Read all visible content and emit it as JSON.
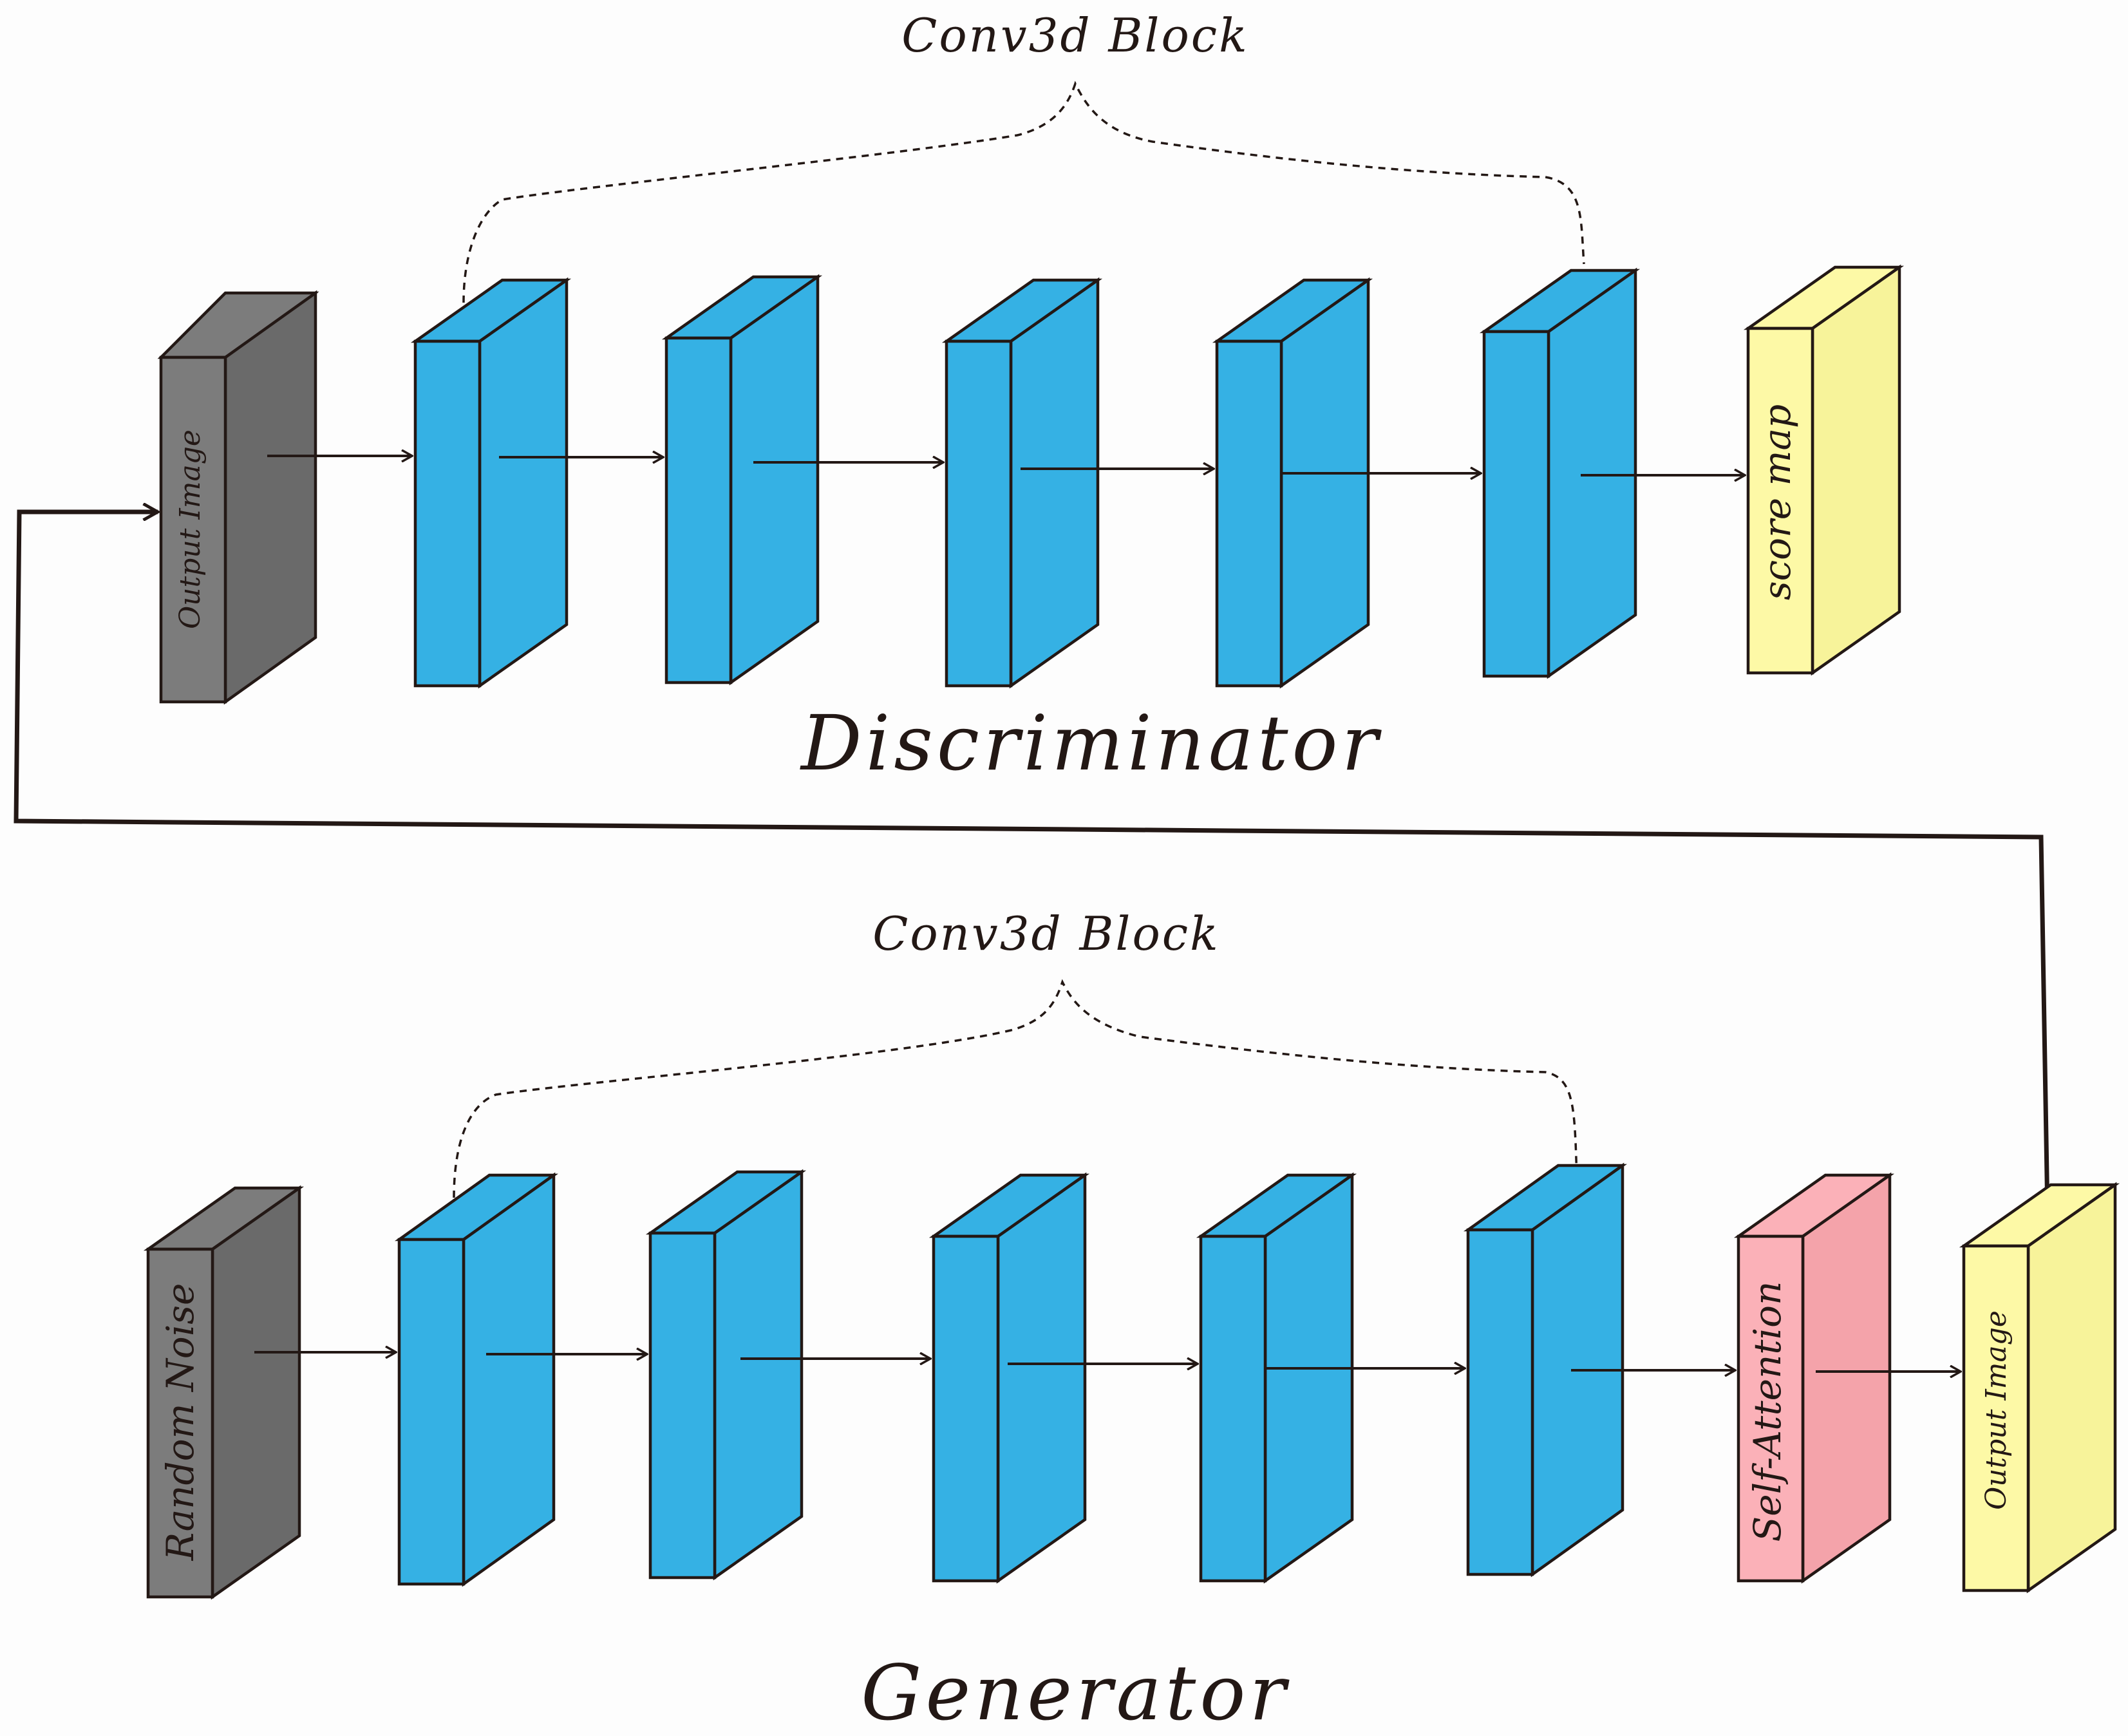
{
  "discriminator": {
    "title": "Discriminator",
    "block_label": "Conv3d Block",
    "input_label": "Output Image",
    "output_label": "score map"
  },
  "generator": {
    "title": "Generator",
    "block_label": "Conv3d Block",
    "input_label": "Random Noise",
    "attention_label": "Self-Attention",
    "output_label": "Output Image"
  },
  "colors": {
    "gray": "#7c7c7c",
    "gray_side": "#6a6a6a",
    "blue": "#35b1e4",
    "blue_side": "#2ea3d6",
    "yellow": "#fdf9a6",
    "yellow_side": "#f7f39a",
    "pink": "#fbb1b8",
    "pink_side": "#f4a3aa",
    "stroke": "#231815"
  }
}
